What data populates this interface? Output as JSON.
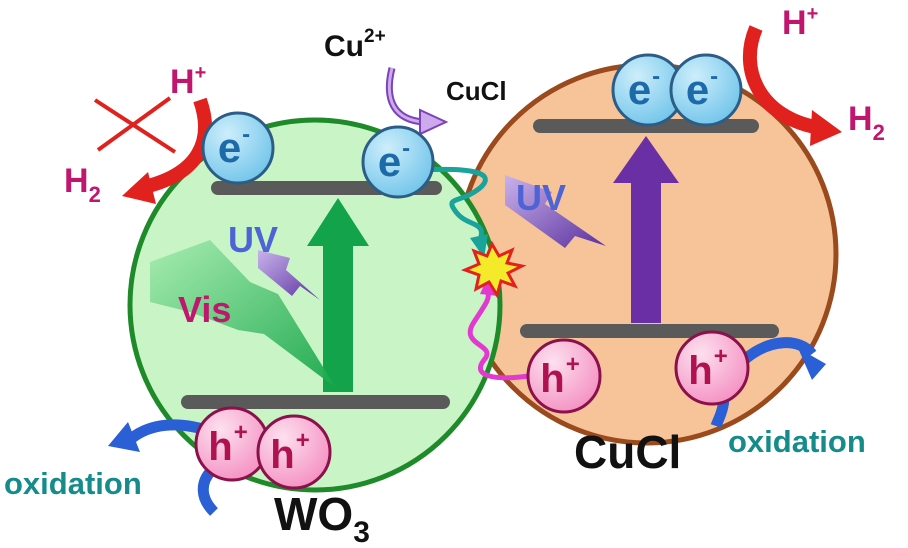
{
  "materials": {
    "left": "WO",
    "left_sub": "3",
    "right": "CuCl"
  },
  "species": {
    "electron": "e",
    "electron_sup": "-",
    "hole": "h",
    "hole_sup": "+",
    "proton": "H",
    "proton_sup": "+",
    "hydrogen": "H",
    "hydrogen_sub": "2",
    "copper_ion": "Cu",
    "copper_ion_sup": "2+",
    "copper_product": "CuCl"
  },
  "light": {
    "uv": "UV",
    "vis": "Vis"
  },
  "process": {
    "oxidation": "oxidation"
  },
  "colors": {
    "wo3_fill": "#c9f5c6",
    "wo3_border": "#1f8a2a",
    "cucl_fill": "#f7c49a",
    "cucl_border": "#9a4a1c",
    "band": "#5a5a5a",
    "electron": "#8fd3f2",
    "hole": "#f7a6cf",
    "h2_arrow": "#e0211d",
    "oxidation_arrow": "#2a5fd6"
  }
}
